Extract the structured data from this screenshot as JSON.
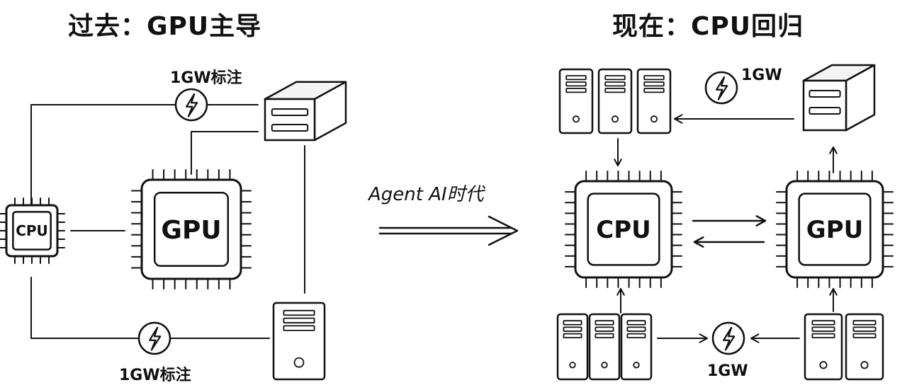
{
  "title_past": "过去：GPU主导",
  "title_now": "现在：CPU回归",
  "transition_label": "Agent AI时代",
  "left": {
    "power_top_label": "1GW标注",
    "power_bottom_label": "1GW标注",
    "cpu_label": "CPU",
    "gpu_label": "GPU"
  },
  "right": {
    "power_top_label": "1GW",
    "power_bottom_label": "1GW",
    "cpu_label": "CPU",
    "gpu_label": "GPU"
  },
  "colors": {
    "ink": "#111111",
    "paper": "#ffffff",
    "fill": "#f4f4f4"
  },
  "icons": [
    "lightning-icon",
    "server-icon",
    "chip-icon"
  ]
}
